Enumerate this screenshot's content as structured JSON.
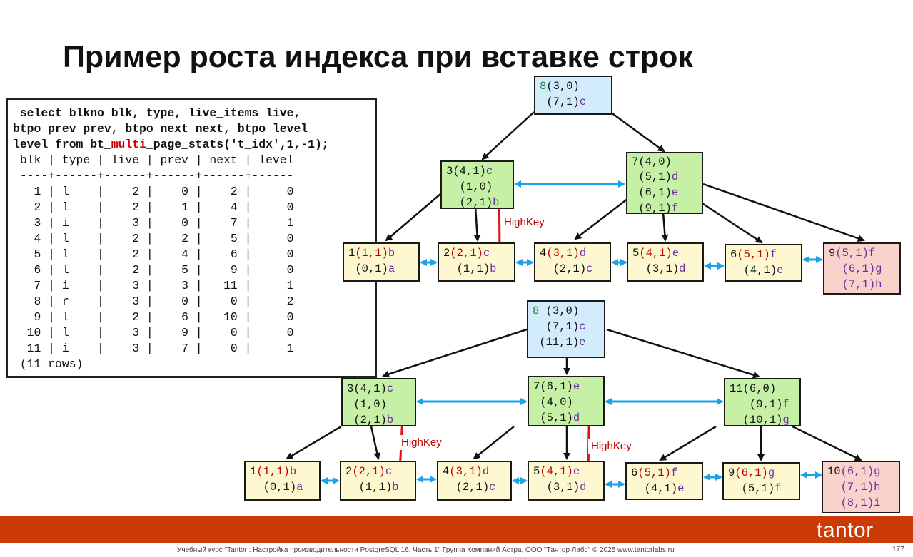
{
  "title": "Пример роста индекса при вставке строк",
  "sql": {
    "line1": " select blkno blk, type, live_items live,",
    "line2": "btpo_prev prev, btpo_next next, btpo_level",
    "line3_a": "level from bt_",
    "line3_hl": "multi",
    "line3_b": "_page_stats('t_idx',1,-1);",
    "header": " blk | type | live | prev | next | level",
    "sep": " ----+------+------+------+------+------",
    "rows": [
      "   1 | l    |    2 |    0 |    2 |     0",
      "   2 | l    |    2 |    1 |    4 |     0",
      "   3 | i    |    3 |    0 |    7 |     1",
      "   4 | l    |    2 |    2 |    5 |     0",
      "   5 | l    |    2 |    4 |    6 |     0",
      "   6 | l    |    2 |    5 |    9 |     0",
      "   7 | i    |    3 |    3 |   11 |     1",
      "   8 | r    |    3 |    0 |    0 |     2",
      "   9 | l    |    2 |    6 |   10 |     0",
      "  10 | l    |    3 |    9 |    0 |     0",
      "  11 | i    |    3 |    7 |    0 |     1"
    ],
    "footer": " (11 rows)"
  },
  "diagram_top": {
    "root": {
      "num": "8",
      "l1": "(3,0)",
      "l2a": "(7,1)",
      "l2k": "c"
    },
    "n3": {
      "num": "3",
      "l1": "(4,1)",
      "l1k": "c",
      "l2": "(1,0)",
      "l3": "(2,1)",
      "l3k": "b"
    },
    "n7": {
      "num": "7",
      "l1": "(4,0)",
      "l2": "(5,1)",
      "l2k": "d",
      "l3": "(6,1)",
      "l3k": "e",
      "l4": "(9,1)",
      "l4k": "f"
    },
    "leaf1": {
      "num": "1",
      "l1": "(1,1)",
      "l1k": "b",
      "l2": "(0,1)",
      "l2k": "a"
    },
    "leaf2": {
      "num": "2",
      "l1": "(2,1)",
      "l1k": "c",
      "l2": "(1,1)",
      "l2k": "b"
    },
    "leaf4": {
      "num": "4",
      "l1": "(3,1)",
      "l1k": "d",
      "l2": "(2,1)",
      "l2k": "c"
    },
    "leaf5": {
      "num": "5",
      "l1": "(4,1)",
      "l1k": "e",
      "l2": "(3,1)",
      "l2k": "d"
    },
    "leaf6": {
      "num": "6",
      "l1": "(5,1)",
      "l1k": "f",
      "l2": "(4,1)",
      "l2k": "e"
    },
    "leaf9": {
      "num": "9",
      "l1": "(5,1)",
      "l1k": "f",
      "l2": "(6,1)",
      "l2k": "g",
      "l3": "(7,1)",
      "l3k": "h"
    },
    "highkey": "HighKey"
  },
  "diagram_bottom": {
    "root": {
      "num": "8",
      "l1": "(3,0)",
      "l2": "(7,1)",
      "l2k": "c",
      "l3": "(11,1)",
      "l3k": "e"
    },
    "n3": {
      "num": "3",
      "l1": "(4,1)",
      "l1k": "c",
      "l2": "(1,0)",
      "l3": "(2,1)",
      "l3k": "b"
    },
    "n7": {
      "num": "7",
      "l1": "(6,1)",
      "l1k": "e",
      "l2": "(4,0)",
      "l3": "(5,1)",
      "l3k": "d"
    },
    "n11": {
      "num": "11",
      "l1": "(6,0)",
      "l2": "(9,1)",
      "l2k": "f",
      "l3": "(10,1)",
      "l3k": "g"
    },
    "leaf1": {
      "num": "1",
      "l1": "(1,1)",
      "l1k": "b",
      "l2": "(0,1)",
      "l2k": "a"
    },
    "leaf2": {
      "num": "2",
      "l1": "(2,1)",
      "l1k": "c",
      "l2": "(1,1)",
      "l2k": "b"
    },
    "leaf4": {
      "num": "4",
      "l1": "(3,1)",
      "l1k": "d",
      "l2": "(2,1)",
      "l2k": "c"
    },
    "leaf5": {
      "num": "5",
      "l1": "(4,1)",
      "l1k": "e",
      "l2": "(3,1)",
      "l2k": "d"
    },
    "leaf6": {
      "num": "6",
      "l1": "(5,1)",
      "l1k": "f",
      "l2": "(4,1)",
      "l2k": "e"
    },
    "leaf9": {
      "num": "9",
      "l1": "(6,1)",
      "l1k": "g",
      "l2": "(5,1)",
      "l2k": "f"
    },
    "leaf10": {
      "num": "10",
      "l1": "(6,1)",
      "l1k": "g",
      "l2": "(7,1)",
      "l2k": "h",
      "l3": "(8,1)",
      "l3k": "i"
    },
    "highkey1": "HighKey",
    "highkey2": "HighKey"
  },
  "footer": {
    "text": "Учебный курс \"Tantor : Настройка производительности PostgreSQL 16. Часть 1\" Группа Компаний Астра, ООО \"Тантор Лабс\" © 2025  www.tantorlabs.ru",
    "page": "177",
    "logo": "tantor"
  },
  "colors": {
    "internal": "#c6f0a5",
    "leaf": "#fdf8cf",
    "root": "#d2ecfb",
    "new_leaf": "#f9d2cc",
    "sibling_arrow": "#1aa3e8",
    "highkey_arrow": "#e01010",
    "footer_bar": "#cc3b06"
  }
}
